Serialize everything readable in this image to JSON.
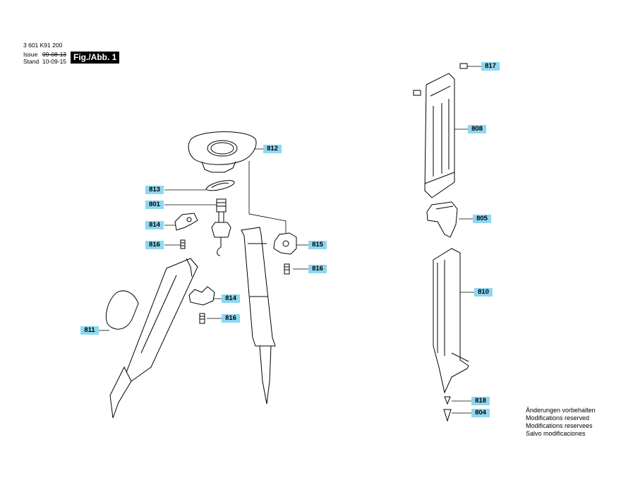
{
  "header": {
    "doc_number": "3 601 K91 200",
    "issue_label": "Issue",
    "issue_date": "09-08-13",
    "stand_label": "Stand",
    "stand_date": "10-09-15",
    "figure_label": "Fig./Abb. 1"
  },
  "notes": [
    "Änderungen vorbehalten",
    "Modifications reserved",
    "Modifications reservees",
    "Salvo modificaciones"
  ],
  "callouts": {
    "c817": "817",
    "c808": "808",
    "c812": "812",
    "c813": "813",
    "c801": "801",
    "c814a": "814",
    "c816a": "816",
    "c815": "815",
    "c816b": "816",
    "c805": "805",
    "c810": "810",
    "c814b": "814",
    "c816c": "816",
    "c811": "811",
    "c818": "818",
    "c804": "804"
  },
  "colors": {
    "callout_bg": "#8dd7f0",
    "figure_bg": "#000000",
    "line": "#000000"
  }
}
